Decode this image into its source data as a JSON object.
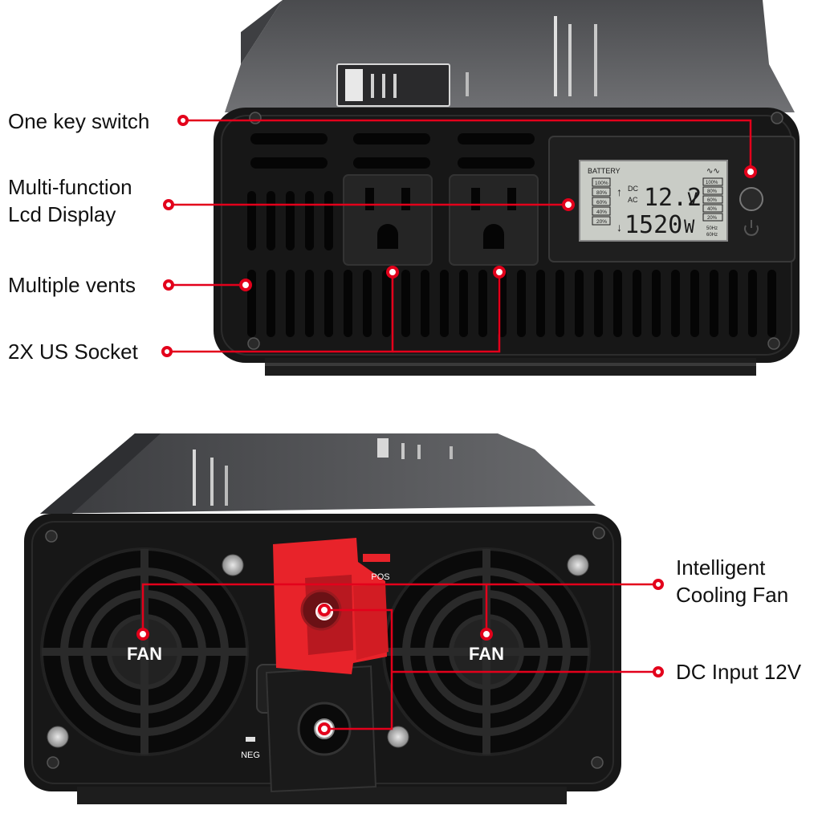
{
  "top_product": {
    "callouts": {
      "switch": "One key switch",
      "lcd_line1": "Multi-function",
      "lcd_line2": "Lcd Display",
      "vents": "Multiple vents",
      "sockets": "2X US Socket"
    },
    "lcd": {
      "battery_label": "BATTERY",
      "dc_label": "DC",
      "ac_label": "AC",
      "voltage": "12.2",
      "voltage_unit": "V",
      "power": "1520",
      "power_unit": "W",
      "battery_levels": [
        "100%",
        "80%",
        "60%",
        "40%",
        "20%"
      ],
      "output_levels": [
        "100%",
        "80%",
        "60%",
        "40%",
        "20%"
      ],
      "freq_50": "50Hz",
      "freq_60": "60Hz"
    }
  },
  "bottom_product": {
    "callouts": {
      "fan_line1": "Intelligent",
      "fan_line2": "Cooling Fan",
      "dc_input": "DC Input 12V"
    },
    "fan_label_left": "FAN",
    "fan_label_right": "FAN",
    "pos_label": "POS",
    "neg_label": "NEG"
  },
  "colors": {
    "callout_red": "#e3001b",
    "housing_dark": "#161616",
    "housing_top": "#5a5a5c",
    "lcd_bg": "#c9ccc6",
    "terminal_red": "#e8232a"
  }
}
